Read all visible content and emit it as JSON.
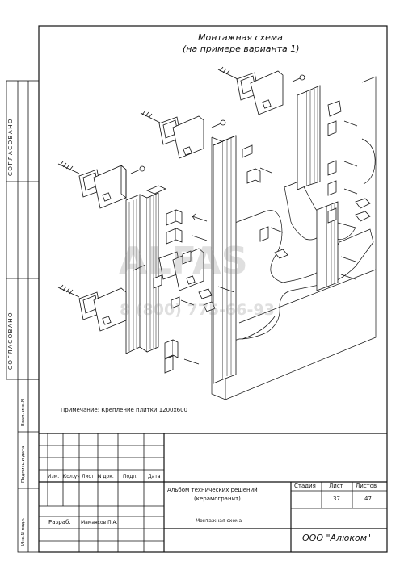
{
  "drawing": {
    "title_line1": "Монтажная схема",
    "title_line2": "(на примере варианта 1)",
    "note": "Примечание: Крепление плитки 1200x600"
  },
  "side_stamps": {
    "agreed_top": "СОГЛАСОВАНО",
    "agreed_bottom": "СОГЛАСОВАНО",
    "inv_replace": "Взам. инв.N",
    "sign_date": "Подпись и дата",
    "inv_original": "Инв.N подл."
  },
  "title_block": {
    "col_izm": "Изм.",
    "col_kol": "Кол.уч",
    "col_list": "Лист",
    "col_ndok": "N док.",
    "col_podp": "Подп.",
    "col_data": "Дата",
    "album_line1": "Альбом технических решений",
    "album_line2": "(керамогранит)",
    "stage_label": "Стадия",
    "sheet_label": "Лист",
    "sheets_label": "Листов",
    "sheet_value": "37",
    "sheets_value": "47",
    "role": "Разраб.",
    "developer": "Мамаясов П.А.",
    "doc_name": "Монтажная схема",
    "company": "ООО \"Алюком\""
  },
  "watermark": {
    "brand": "ALFAS",
    "phone": "8 (800) 775-66-93"
  }
}
